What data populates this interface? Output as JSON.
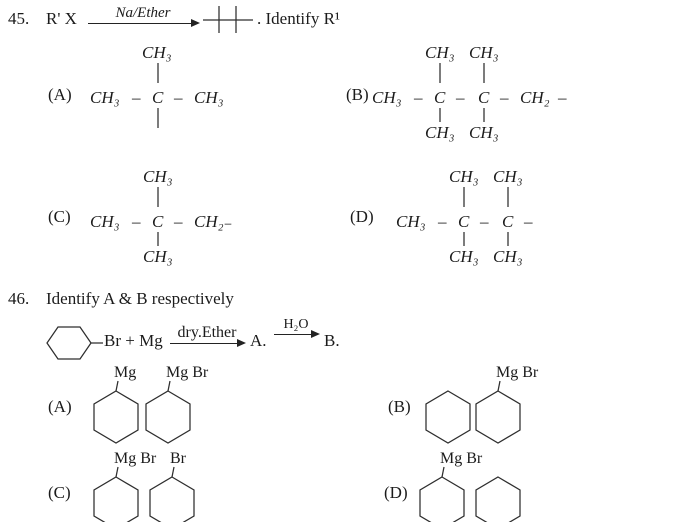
{
  "shared": {
    "dash": "–"
  },
  "q45": {
    "number": "45.",
    "reactant": "R' X",
    "arrow_label": "Na/Ether",
    "after_product": ". Identify R¹",
    "optA": {
      "label": "(A)",
      "top": "CH₃",
      "m1": "CH₃",
      "m2": "C",
      "m3": "CH₃"
    },
    "optB": {
      "label": "(B)",
      "top1": "CH₃",
      "top2": "CH₃",
      "m1": "CH₃",
      "m2": "C",
      "m3": "C",
      "m4": "CH₂",
      "bot1": "CH₃",
      "bot2": "CH₃"
    },
    "optC": {
      "label": "(C)",
      "top": "CH₃",
      "m1": "CH₃",
      "m2": "C",
      "m3": "CH₂₋",
      "bot": "CH₃"
    },
    "optD": {
      "label": "(D)",
      "top1": "CH₃",
      "top2": "CH₃",
      "m1": "CH₃",
      "m2": "C",
      "m3": "C",
      "bot1": "CH₃",
      "bot2": "CH₃"
    }
  },
  "q46": {
    "number": "46.",
    "title": "Identify A & B respectively",
    "reaction": {
      "reagents": "Br + Mg",
      "arrow1": "dry.Ether",
      "intermediate": "A.",
      "arrow2": "H₂O",
      "product": "B."
    },
    "optA": {
      "label": "(A)",
      "ring1": "Mg",
      "ring2": "Mg Br"
    },
    "optB": {
      "label": "(B)",
      "ring1": "",
      "ring2": "Mg Br"
    },
    "optC": {
      "label": "(C)",
      "ring1": "Mg Br",
      "ring2": "Br"
    },
    "optD": {
      "label": "(D)",
      "ring1": "Mg Br",
      "ring2": ""
    }
  }
}
